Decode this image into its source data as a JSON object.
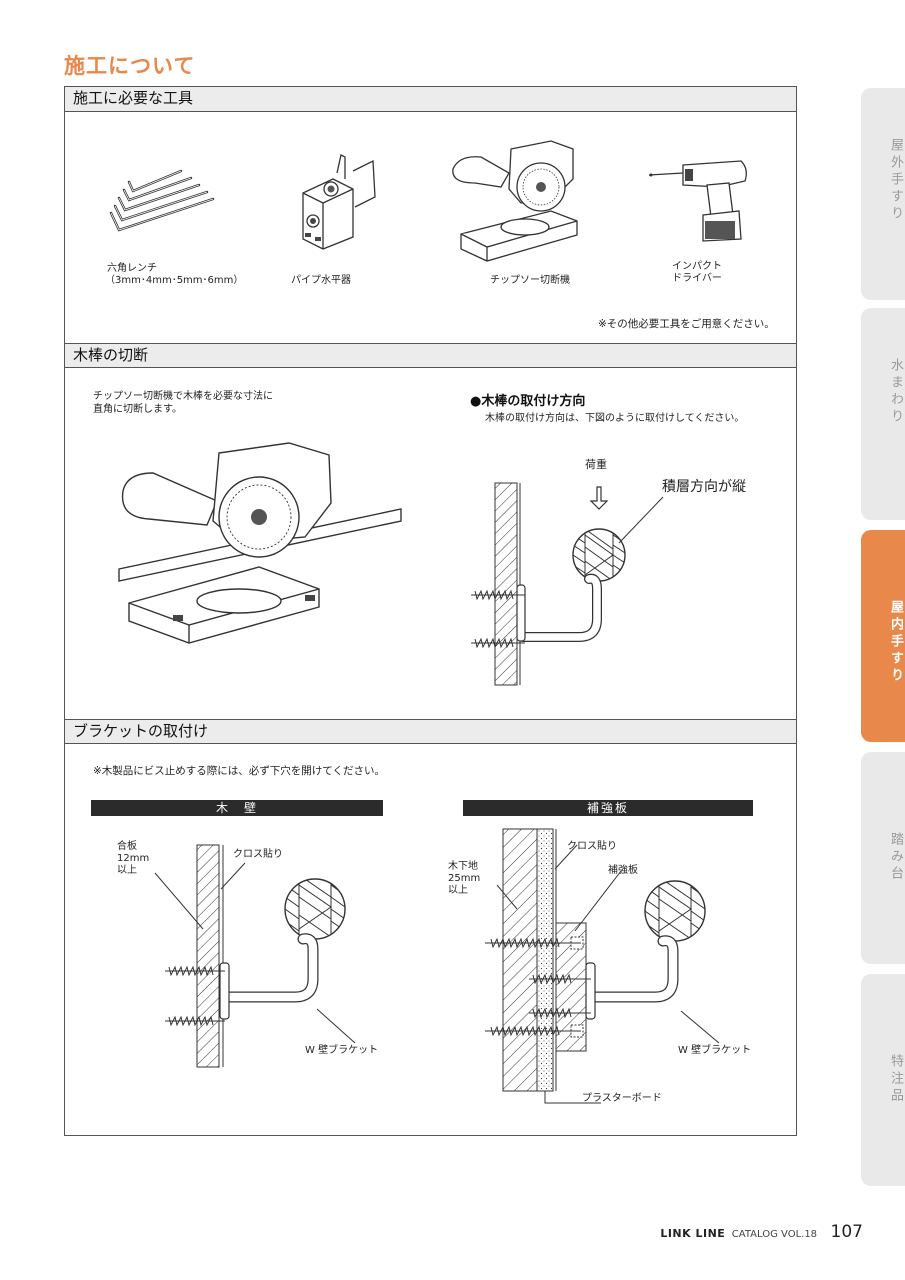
{
  "page_title": "施工について",
  "sections": {
    "tools": {
      "title": "施工に必要な工具",
      "items": [
        {
          "name": "六角レンチ",
          "detail": "（3mm･4mm･5mm･6mm）"
        },
        {
          "name": "パイプ水平器"
        },
        {
          "name": "チップソー切断機"
        },
        {
          "name": "インパクト",
          "name2": "ドライバー"
        }
      ],
      "note": "※その他必要工具をご用意ください。"
    },
    "cutting": {
      "title": "木棒の切断",
      "desc_line1": "チップソー切断機で木棒を必要な寸法に",
      "desc_line2": "直角に切断します。",
      "orientation_title": "●木棒の取付け方向",
      "orientation_desc": "木棒の取付け方向は、下図のように取付けしてください。",
      "load_label": "荷重",
      "grain_label": "積層方向が縦"
    },
    "bracket": {
      "title": "ブラケットの取付け",
      "note": "※木製品にビス止めする際には、必ず下穴を開けてください。",
      "wood_wall": {
        "header": "木　壁",
        "plywood_l1": "合板",
        "plywood_l2": "12mm",
        "plywood_l3": "以上",
        "cloth": "クロス貼り",
        "bracket": "W 壁ブラケット"
      },
      "reinforce": {
        "header": "補強板",
        "base_l1": "木下地",
        "base_l2": "25mm",
        "base_l3": "以上",
        "cloth": "クロス貼り",
        "board": "補強板",
        "bracket": "W 壁ブラケット",
        "plaster": "プラスターボード"
      }
    }
  },
  "side_tabs": [
    {
      "label": "屋外手すり",
      "active": false
    },
    {
      "label": "水まわり",
      "active": false
    },
    {
      "label": "屋内手すり",
      "active": true
    },
    {
      "label": "踏み台",
      "active": false
    },
    {
      "label": "特注品",
      "active": false
    }
  ],
  "footer": {
    "brand": "LINK LINE",
    "catalog": "CATALOG VOL.18",
    "page": "107"
  },
  "colors": {
    "accent": "#e8884a",
    "tab_inactive": "#e9e9e9",
    "bar_dark": "#2b2b2b"
  }
}
